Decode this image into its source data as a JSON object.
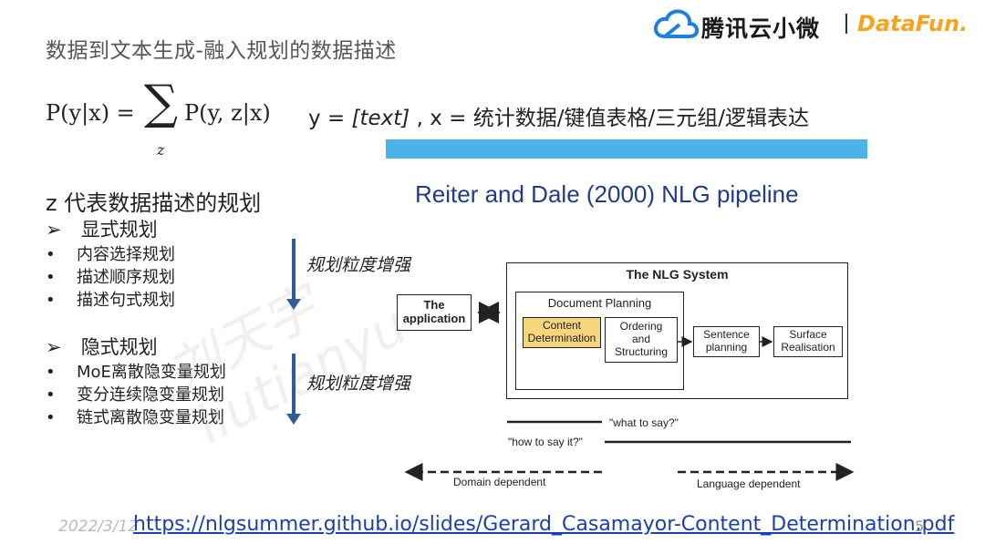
{
  "header": {
    "title": "数据到文本生成-融入规划的数据描述",
    "brand_tencent": "腾讯云小微",
    "brand_datafun": "DataFun."
  },
  "formula": {
    "lhs": "P(y|x) = ",
    "sigma": "∑",
    "subscript": "z",
    "rhs": "P(y, z|x)",
    "definition_prefix": "y = ",
    "definition_y": "[text]",
    "definition_rest": " , x = 统计数据/键值表格/三元组/逻辑表达"
  },
  "left_panel": {
    "heading": "z 代表数据描述的规划",
    "explicit_heading": "显式规划",
    "explicit_items": [
      "内容选择规划",
      "描述顺序规划",
      "描述句式规划"
    ],
    "implicit_heading": "隐式规划",
    "implicit_items": [
      "MoE离散隐变量规划",
      "变分连续隐变量规划",
      "链式离散隐变量规划"
    ],
    "granularity_label_1": "规划粒度增强",
    "granularity_label_2": "规划粒度增强",
    "arrow_marker": "➢",
    "bullet_marker": "•"
  },
  "diagram": {
    "title": "Reiter and Dale (2000) NLG pipeline",
    "system_label": "The NLG System",
    "document_planning_label": "Document Planning",
    "application_label_1": "The",
    "application_label_2": "application",
    "content_label_1": "Content",
    "content_label_2": "Determination",
    "ordering_label_1": "Ordering",
    "ordering_label_2": "and",
    "ordering_label_3": "Structuring",
    "sentence_label_1": "Sentence",
    "sentence_label_2": "planning",
    "surface_label_1": "Surface",
    "surface_label_2": "Realisation",
    "what_to_say": "\"what to say?\"",
    "how_to_say": "\"how to say it?\"",
    "domain_dependent": "Domain dependent",
    "language_dependent": "Language dependent",
    "content_fill": "#f7d57c"
  },
  "footer": {
    "date": "2022/3/12",
    "link": "https://nlgsummer.github.io/slides/Gerard_Casamayor-Content_Determination.pdf",
    "page_number": "5"
  },
  "colors": {
    "accent_bar": "#4cb3ea",
    "arrow_blue": "#2f5d97",
    "title_blue": "#1f3c88",
    "link_blue": "#1a3fb5",
    "datafun_orange": "#f6a31e"
  },
  "icons": {
    "cloud": "tencent-cloud-logo",
    "bidirectional": "double-arrow-icon"
  }
}
